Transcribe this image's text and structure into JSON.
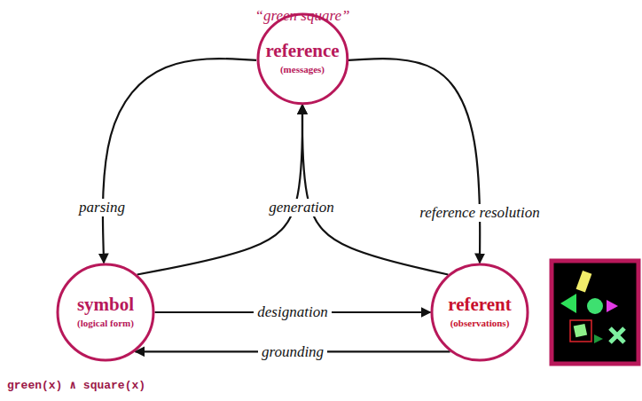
{
  "diagram": {
    "nodes": [
      {
        "text": [
          "reference",
          "(messages)"
        ]
      },
      {
        "text": [
          "symbol",
          "(logical form)"
        ]
      },
      {
        "text": [
          "referent",
          "(observations)"
        ]
      }
    ],
    "edges": [
      {
        "from": 0,
        "to": 1,
        "label": "parsing",
        "arrow": "to"
      },
      {
        "from": 1,
        "to": 0,
        "label": "generation",
        "arrow": "to"
      },
      {
        "from": 2,
        "to": 0,
        "arrow": "to"
      },
      {
        "from": 0,
        "to": 2,
        "label": "reference resolution",
        "arrow": "to"
      },
      {
        "from": 1,
        "to": 2,
        "label": "designation",
        "arrow": "to"
      },
      {
        "from": 2,
        "to": 1,
        "label": "grounding",
        "arrow": "to"
      }
    ],
    "labels": [
      "“green square”",
      "green(x) ∧ square(x)"
    ]
  }
}
